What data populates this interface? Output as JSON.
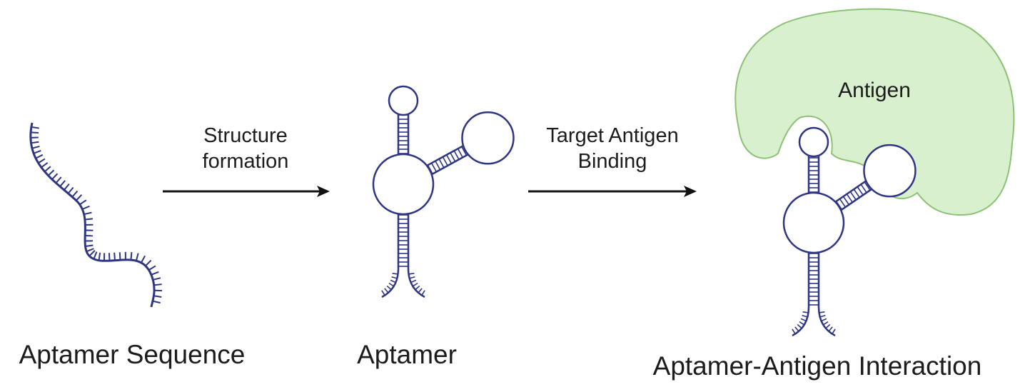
{
  "colors": {
    "strand": "#2e3582",
    "antigen_fill": "#d9f0cf",
    "antigen_stroke": "#8cc276",
    "arrow": "#111111",
    "text": "#1c1c1c"
  },
  "labels": {
    "sequence_caption": "Aptamer Sequence",
    "aptamer_caption": "Aptamer",
    "interaction_caption": "Aptamer-Antigen Interaction",
    "antigen": "Antigen",
    "step1_line1": "Structure",
    "step1_line2": "formation",
    "step2_line1": "Target Antigen",
    "step2_line2": "Binding"
  }
}
